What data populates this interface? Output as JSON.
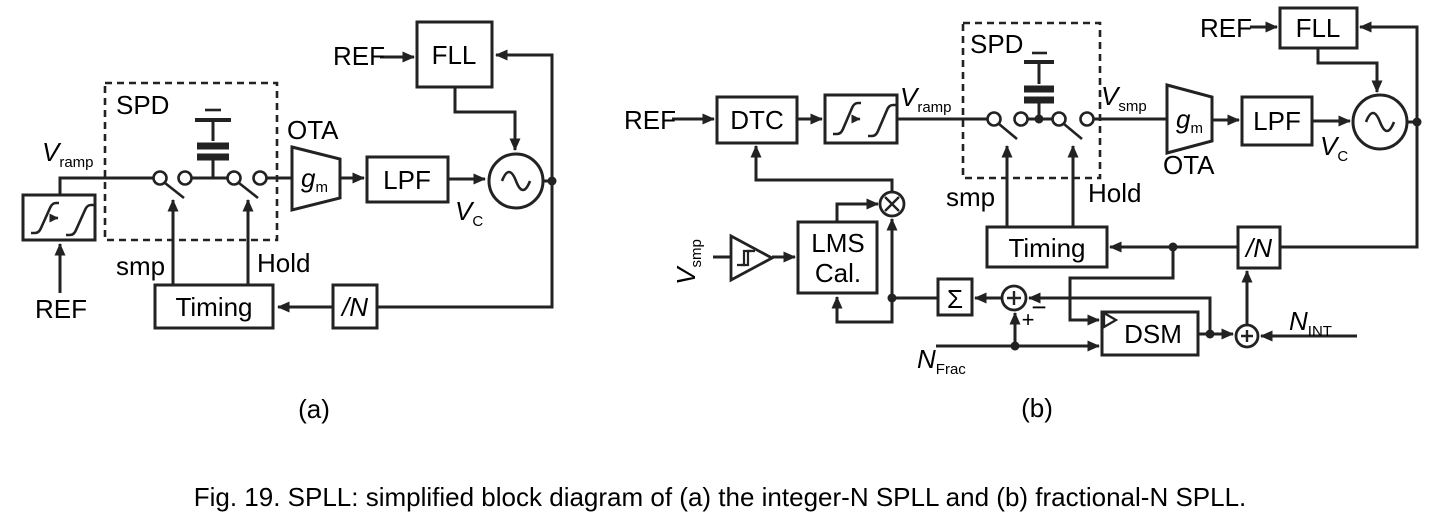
{
  "figure": {
    "caption": "Fig. 19. SPLL: simplified block diagram of (a) the integer-N SPLL and (b) fractional-N SPLL."
  },
  "panel_a": {
    "tag": "(a)",
    "ref_input_label": "REF",
    "ref_fll_label": "REF",
    "spd_label": "SPD",
    "ota_label": "OTA",
    "smp_label": "smp",
    "hold_label": "Hold",
    "vramp": {
      "main": "V",
      "sub": "ramp"
    },
    "vc": {
      "main": "V",
      "sub": "C"
    },
    "gm": {
      "main": "g",
      "sub": "m"
    },
    "blocks": {
      "fll": "FLL",
      "lpf": "LPF",
      "timing": "Timing",
      "divider": "/N"
    }
  },
  "panel_b": {
    "tag": "(b)",
    "ref_input_label": "REF",
    "ref_fll_label": "REF",
    "spd_label": "SPD",
    "ota_label": "OTA",
    "smp_label": "smp",
    "hold_label": "Hold",
    "vramp": {
      "main": "V",
      "sub": "ramp"
    },
    "vsmp_node": {
      "main": "V",
      "sub": "smp"
    },
    "vsmp_input": {
      "main": "V",
      "sub": "smp"
    },
    "vc": {
      "main": "V",
      "sub": "C"
    },
    "gm": {
      "main": "g",
      "sub": "m"
    },
    "nfrac": {
      "main": "N",
      "sub": "Frac"
    },
    "nint": {
      "main": "N",
      "sub": "INT"
    },
    "adder_plus": "+",
    "adder_minus": "−",
    "blocks": {
      "dtc": "DTC",
      "fll": "FLL",
      "lpf": "LPF",
      "timing": "Timing",
      "divider": "/N",
      "lms_line1": "LMS",
      "lms_line2": "Cal.",
      "sigma": "Σ",
      "dsm": "DSM"
    }
  }
}
